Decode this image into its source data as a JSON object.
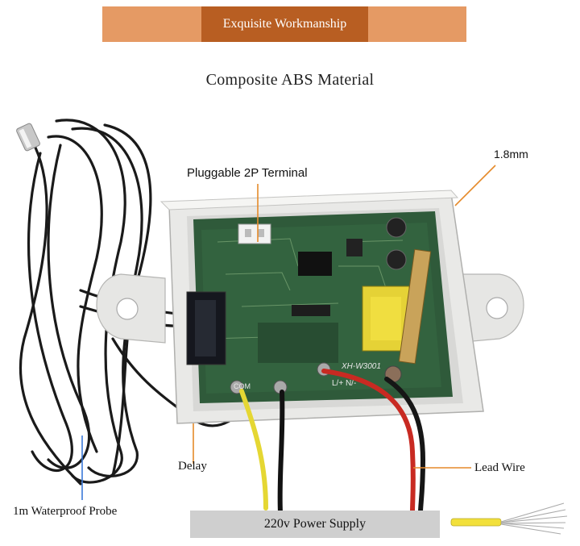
{
  "banner": {
    "text": "Exquisite Workmanship"
  },
  "subtitle": "Composite ABS Material",
  "labels": {
    "terminal": "Pluggable 2P Terminal",
    "thickness": "1.8mm",
    "delay": "Delay",
    "lead_wire": "Lead Wire",
    "probe": "1m Waterproof Probe"
  },
  "board": {
    "model": "XH-W3001",
    "pins_left": "COM",
    "pins_right": "L/+ N/-"
  },
  "footer": {
    "text": "220v Power Supply"
  },
  "colors": {
    "banner_outer": "#e59a64",
    "banner_inner": "#b85e22",
    "pcb_green": "#2f5a3a",
    "housing": "#e8e8e6",
    "leader_line": "#e58a2a",
    "leader_line_blue": "#3b7ad8"
  }
}
